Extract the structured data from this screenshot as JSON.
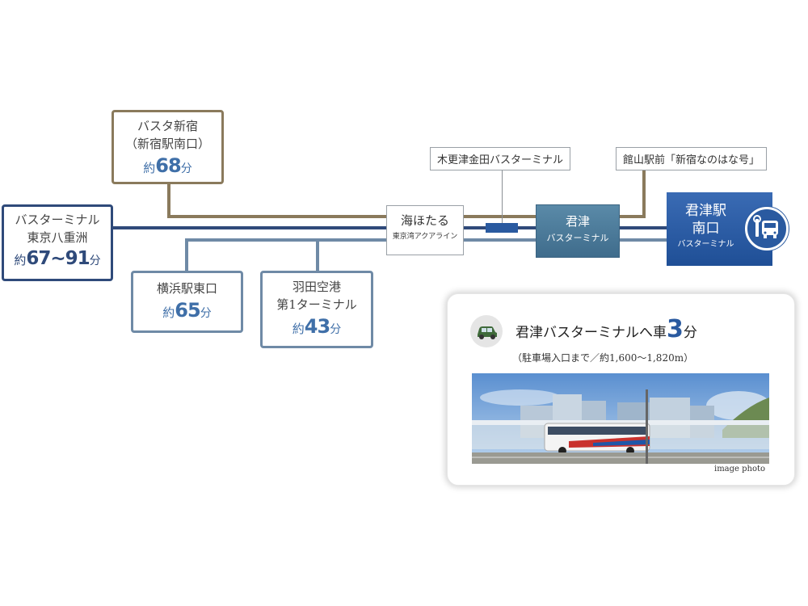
{
  "origins": {
    "shinjuku": {
      "line1": "バスタ新宿",
      "line2": "（新宿駅南口）",
      "prefix": "約",
      "minutes": "68",
      "unit": "分"
    },
    "yaesu": {
      "line1": "バスターミナル",
      "line2": "東京八重洲",
      "prefix": "約",
      "minutes": "67~91",
      "unit": "分"
    },
    "yokohama": {
      "line1": "横浜駅東口",
      "prefix": "約",
      "minutes": "65",
      "unit": "分"
    },
    "haneda": {
      "line1": "羽田空港",
      "line2": "第1ターミナル",
      "prefix": "約",
      "minutes": "43",
      "unit": "分"
    }
  },
  "umihotaru": {
    "name": "海ほたる",
    "sub": "東京湾アクアライン"
  },
  "kisarazu_label": "木更津金田バスターミナル",
  "tateyama_label": "館山駅前「新宿なのはな号」",
  "kimitsu_terminal": {
    "name": "君津",
    "sub": "バスターミナル"
  },
  "kimitsu_station": {
    "line1": "君津駅",
    "line2": "南口",
    "sub": "バスターミナル"
  },
  "car_info": {
    "title": "君津バスターミナルへ車",
    "minutes": "3",
    "unit": "分",
    "note": "（駐車場入口まで／約1,600～1,820m）",
    "caption": "image photo"
  },
  "colors": {
    "brown": "#8a7a5c",
    "navy": "#2f4a7a",
    "steel": "#6f8aa6",
    "blue": "#2a5aa0"
  },
  "icons": {
    "car": "car-icon",
    "bus": "bus-icon"
  }
}
